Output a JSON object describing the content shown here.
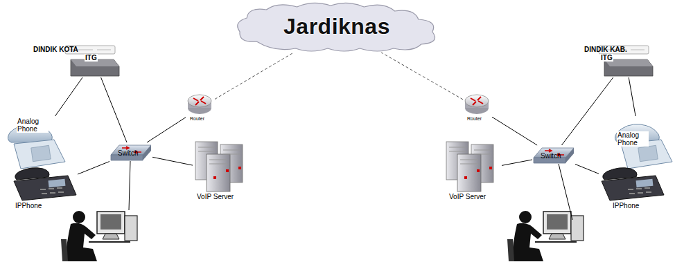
{
  "diagram": {
    "nodes": [
      {
        "text": [
          "Jardiknas"
        ]
      },
      {
        "text": [
          "ITG"
        ]
      },
      {
        "text": [
          "Router"
        ]
      },
      {
        "text": [
          "Analog Phone"
        ]
      },
      {
        "text": [
          "Switch"
        ]
      },
      {
        "text": [
          "IPPhone"
        ]
      },
      {
        "text": [
          "VoIP Server"
        ]
      },
      {
        "text": [
          "ITG"
        ]
      },
      {
        "text": [
          "Router"
        ]
      },
      {
        "text": [
          "Analog Phone"
        ]
      },
      {
        "text": [
          "Switch"
        ]
      },
      {
        "text": [
          "IPPhone"
        ]
      },
      {
        "text": [
          "VoIP Server"
        ]
      }
    ],
    "edges": [
      {
        "from": 2,
        "to": 0,
        "arrow": "none"
      },
      {
        "from": 1,
        "to": 3,
        "arrow": "none"
      },
      {
        "from": 1,
        "to": 4,
        "arrow": "none"
      },
      {
        "from": 4,
        "to": 5,
        "arrow": "none"
      },
      {
        "from": 4,
        "to": 6,
        "arrow": "none"
      },
      {
        "from": 4,
        "to": 2,
        "arrow": "none"
      },
      {
        "from": 8,
        "to": 0,
        "arrow": "none"
      },
      {
        "from": 7,
        "to": 9,
        "arrow": "none"
      },
      {
        "from": 7,
        "to": 10,
        "arrow": "none"
      },
      {
        "from": 10,
        "to": 11,
        "arrow": "none"
      },
      {
        "from": 10,
        "to": 12,
        "arrow": "none"
      },
      {
        "from": 10,
        "to": 8,
        "arrow": "none"
      }
    ],
    "labels": [
      "DINDIK KOTA",
      "DINDIK KAB."
    ]
  }
}
